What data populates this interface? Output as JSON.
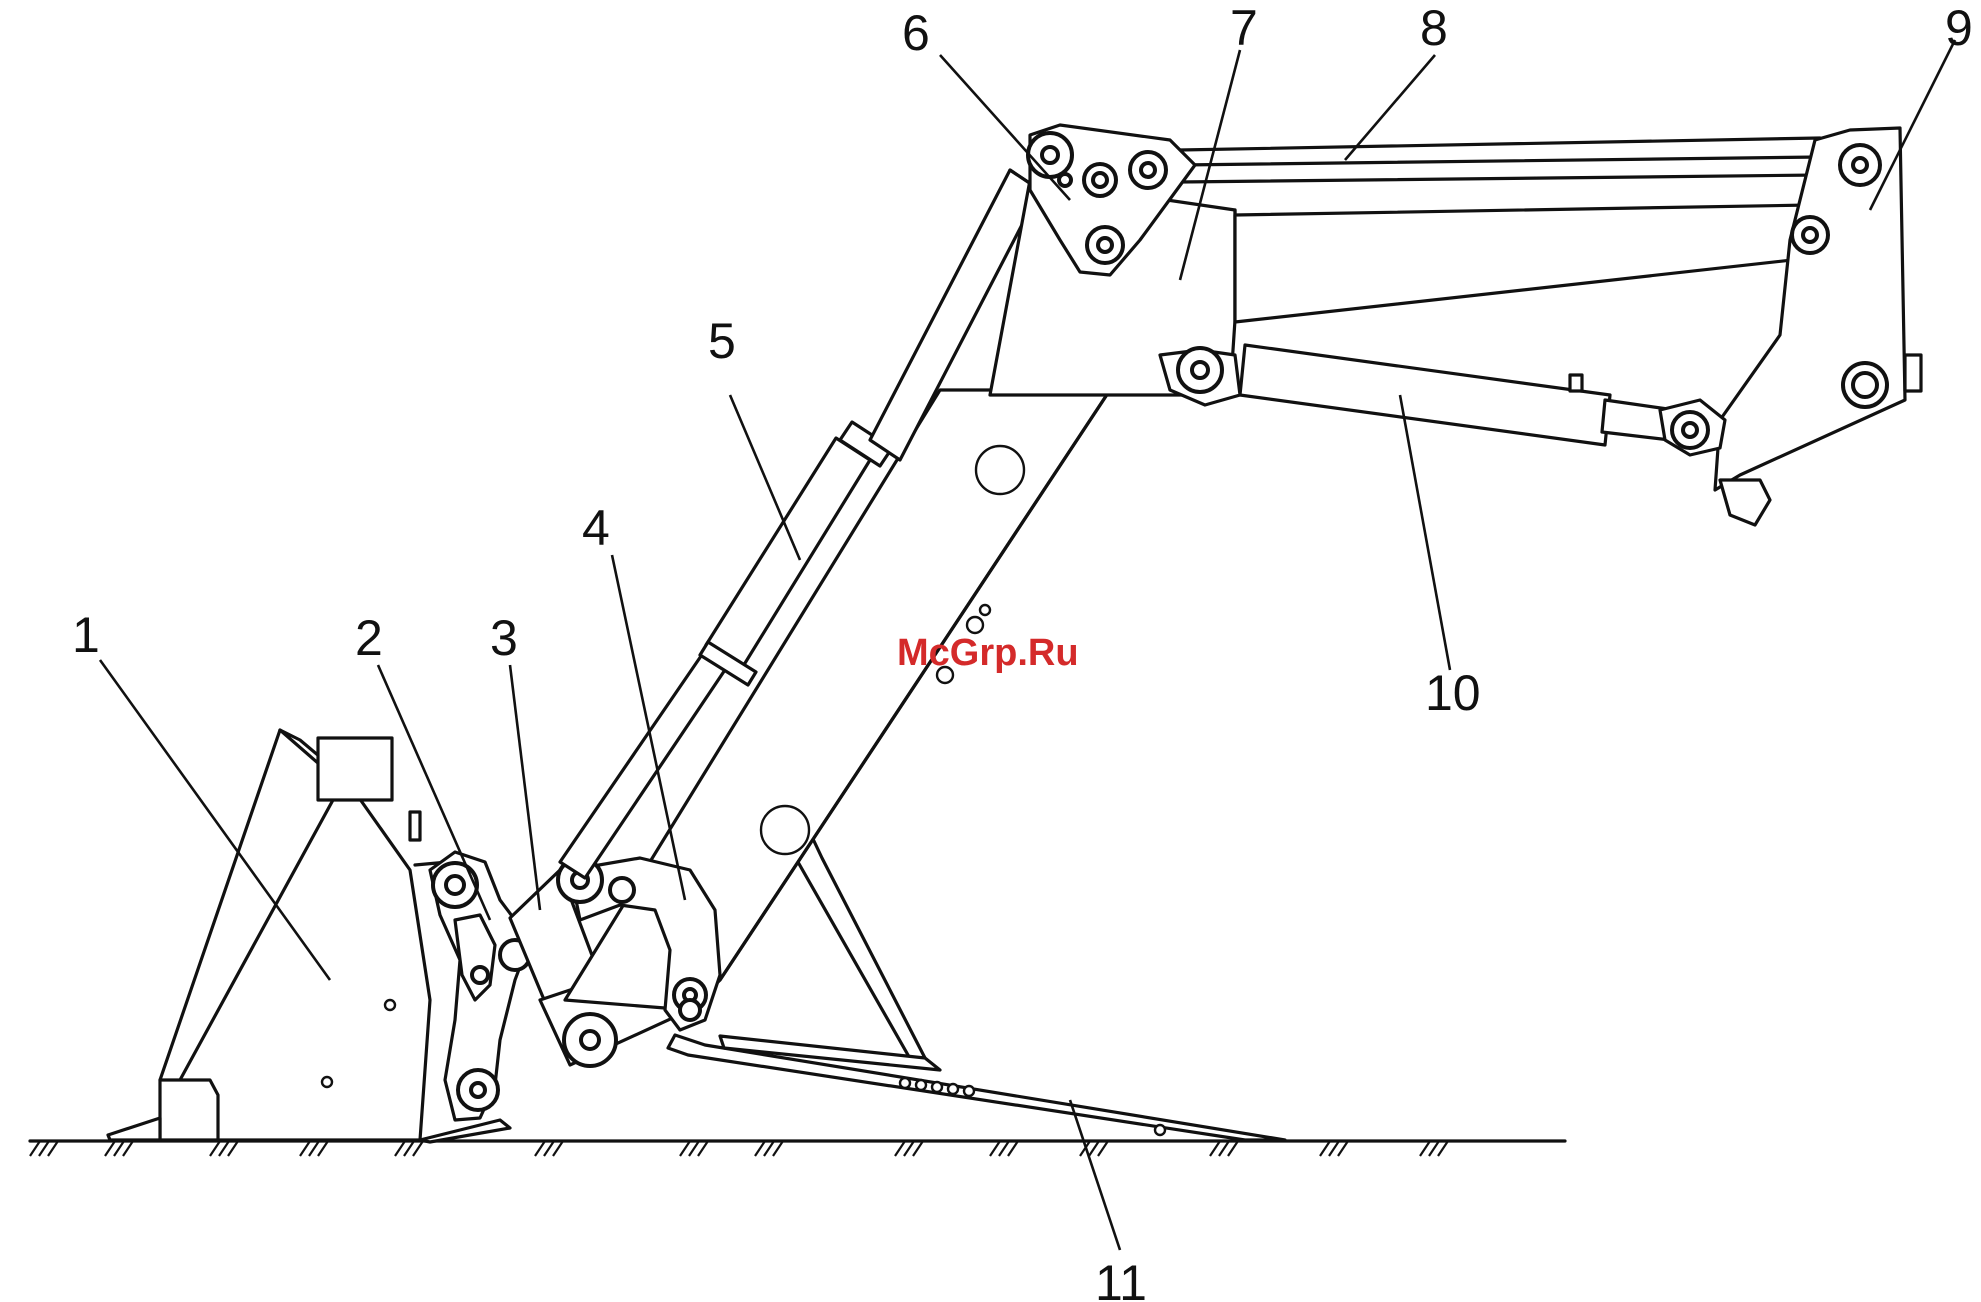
{
  "watermark": "McGrp.Ru",
  "callouts": [
    {
      "id": "1",
      "label": "1"
    },
    {
      "id": "2",
      "label": "2"
    },
    {
      "id": "3",
      "label": "3"
    },
    {
      "id": "4",
      "label": "4"
    },
    {
      "id": "5",
      "label": "5"
    },
    {
      "id": "6",
      "label": "6"
    },
    {
      "id": "7",
      "label": "7"
    },
    {
      "id": "8",
      "label": "8"
    },
    {
      "id": "9",
      "label": "9"
    },
    {
      "id": "10",
      "label": "10"
    },
    {
      "id": "11",
      "label": "11"
    }
  ],
  "colors": {
    "line": "#111111",
    "watermark": "#d42a2a",
    "background": "#ffffff"
  }
}
